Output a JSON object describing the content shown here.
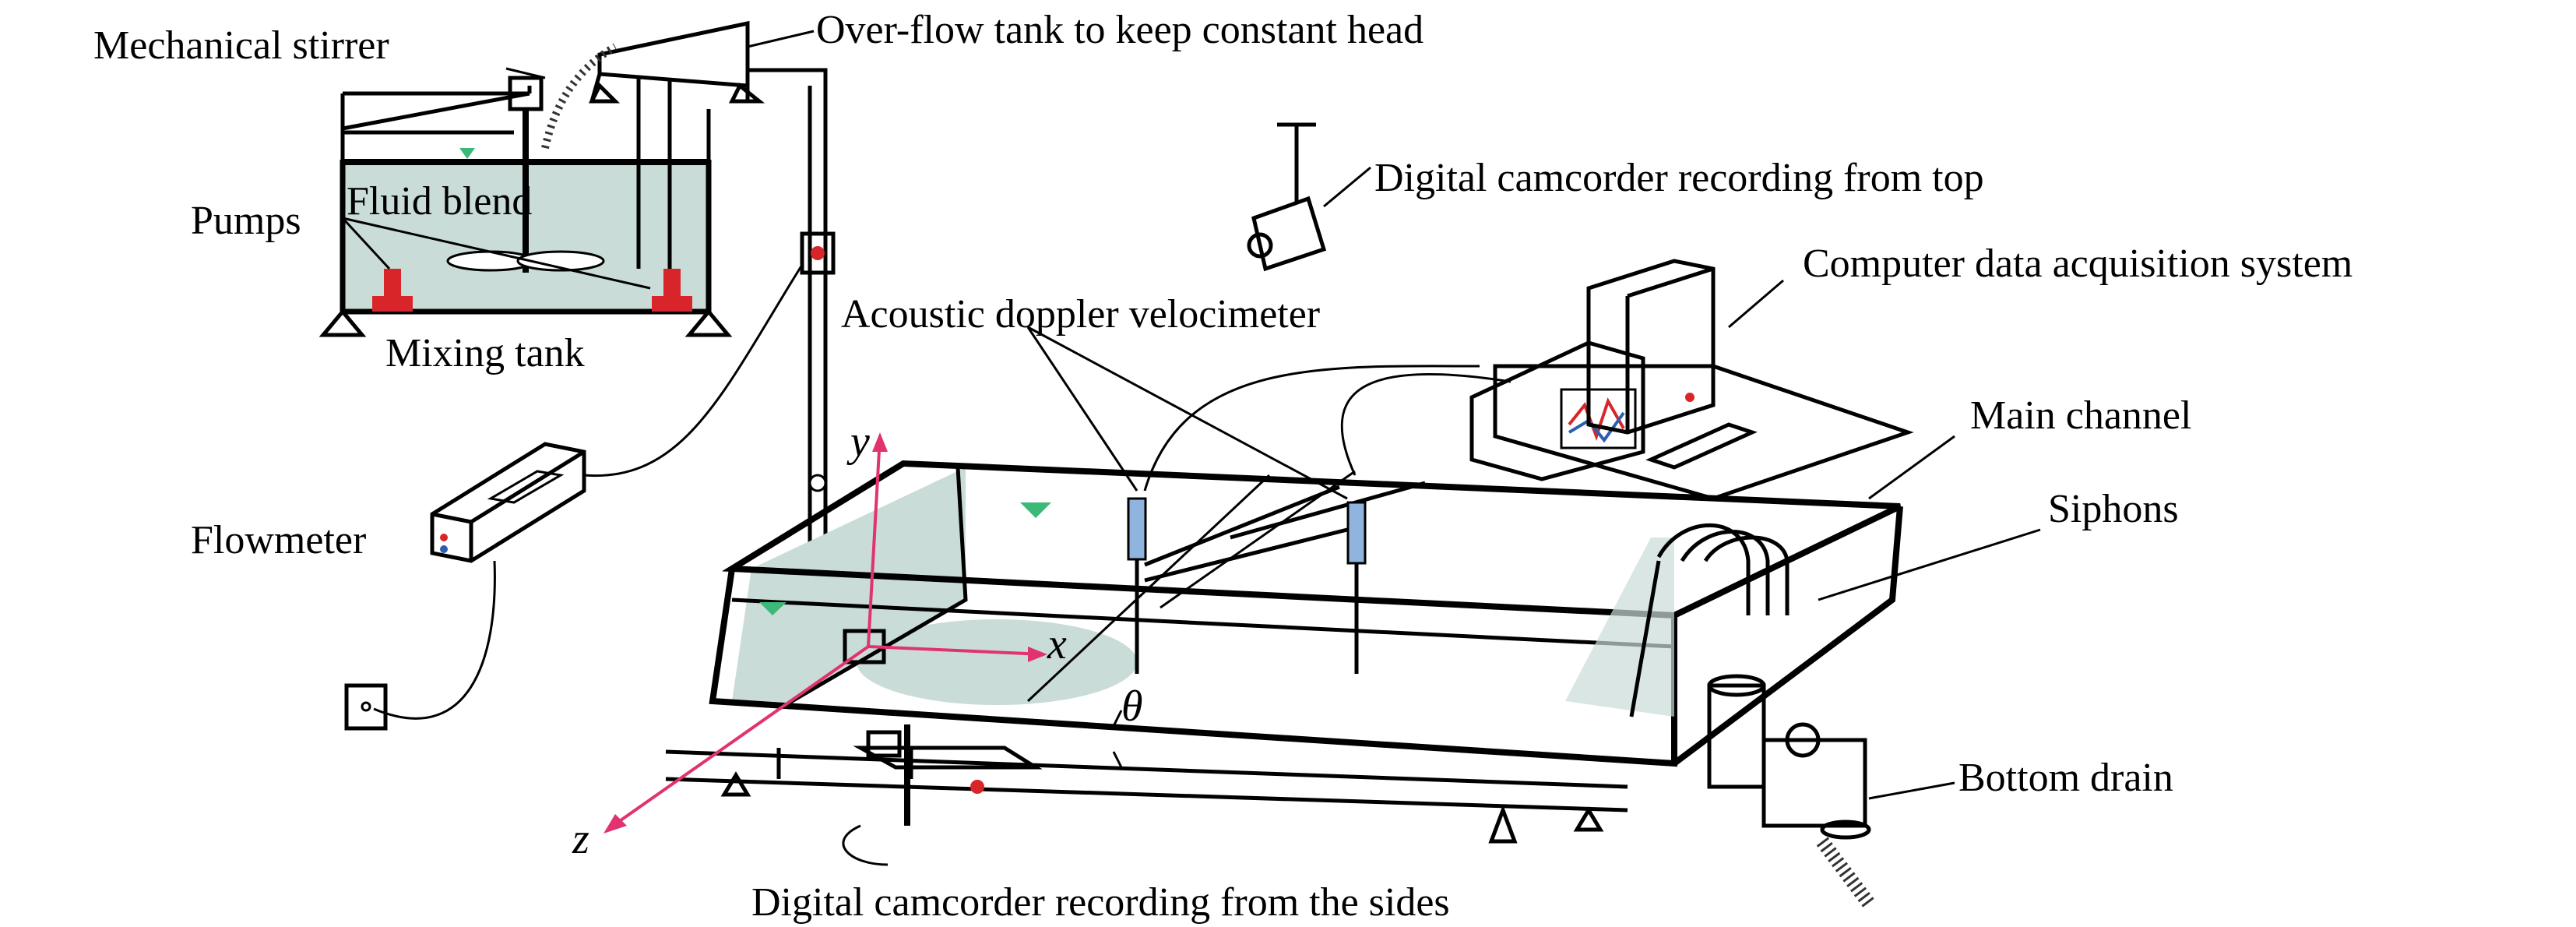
{
  "labels": {
    "mechanical_stirrer": "Mechanical stirrer",
    "overflow_tank": "Over-flow tank to keep constant head",
    "fluid_blend": "Fluid blend",
    "pumps": "Pumps",
    "mixing_tank": "Mixing tank",
    "camcorder_top": "Digital camcorder recording from top",
    "computer_das": "Computer data acquisition system",
    "adv": "Acoustic doppler velocimeter",
    "main_channel": "Main channel",
    "siphons": "Siphons",
    "flowmeter": "Flowmeter",
    "bottom_drain": "Bottom drain",
    "camcorder_sides": "Digital camcorder recording from the sides"
  },
  "axes": {
    "x": "x",
    "y": "y",
    "z": "z",
    "theta": "θ"
  },
  "colors": {
    "water": "#c9dcd8",
    "pump_red": "#d8252a",
    "axis_pink": "#e0336f",
    "water_marker": "#3cb878"
  }
}
